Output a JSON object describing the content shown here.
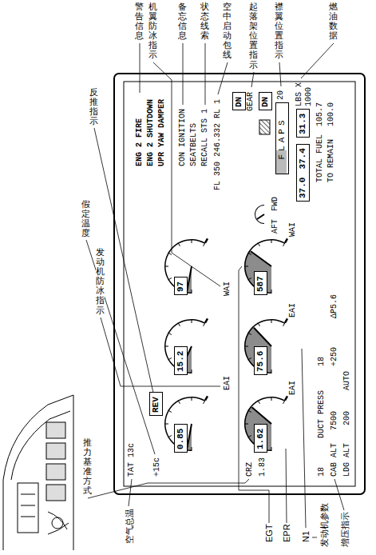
{
  "diagram": {
    "nodes": [
      {
        "text": [
          "0.85"
        ]
      },
      {
        "text": [
          "15.2"
        ]
      },
      {
        "text": [
          "97"
        ]
      },
      {
        "text": [
          "1.62"
        ]
      },
      {
        "text": [
          "75.6"
        ]
      },
      {
        "text": [
          "587"
        ]
      },
      {
        "text": [
          "REV"
        ]
      },
      {
        "text": [
          "DN"
        ]
      },
      {
        "text": [
          "DN"
        ]
      },
      {
        "text": [
          "FLAPS"
        ]
      },
      {
        "text": [
          "37.0",
          "37.4"
        ]
      },
      {
        "text": [
          "31.3"
        ]
      }
    ],
    "labels": [
      "警告信息",
      "机翼防冰指示",
      "备忘信息",
      "状态线索",
      "空中启动包线",
      "起落架位置指示",
      "襟翼位置指示",
      "燃油数据",
      "反推指示",
      "假定温度",
      "发动机防冰指示",
      "推力基准方式",
      "ENG 2 FIRE",
      "ENG 2 SHUTDOWN",
      "UPR YAW DAMPER",
      "CON IGNITION",
      "SEATBELTS",
      "RECALL STS 1",
      "FL 350 246.332 RL 1",
      "GEAR",
      "20",
      "LBS X",
      "1000",
      "TOTAL FUEL",
      "105.7",
      "TO REMAIN",
      "100.0",
      "TAT 13c",
      "+15c",
      "CRZ",
      "1.83",
      "EAI",
      "WAI",
      "EAI",
      "EAI",
      "WAI",
      "18",
      "DUCT PRESS",
      "18",
      "CAB ALT",
      "7500",
      "+250",
      "ΔP5.6",
      "LDG ALT",
      "200",
      "AUTO",
      "AFT",
      "FWD",
      "空气总温",
      "EGT",
      "EPR",
      "N1",
      "发动机参数",
      "增压指示"
    ]
  }
}
